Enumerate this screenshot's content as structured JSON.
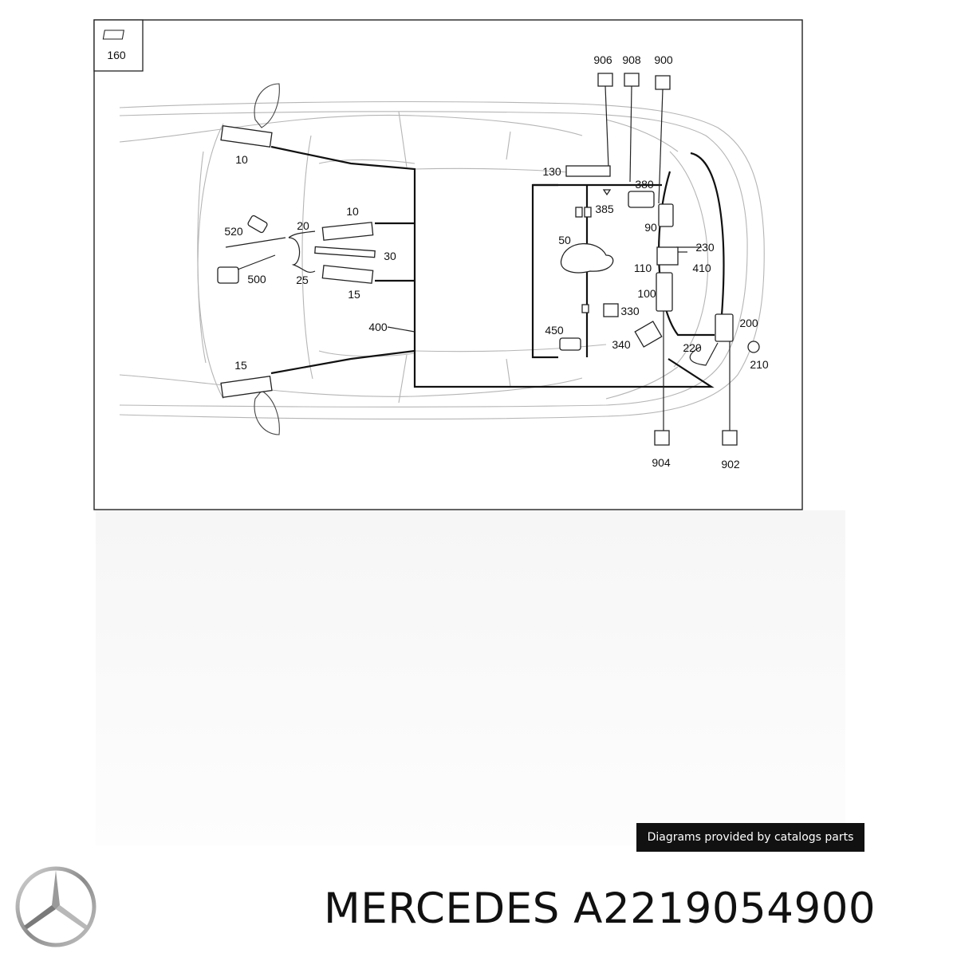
{
  "diagram": {
    "sheet_number": "160",
    "callouts": [
      {
        "id": "c906",
        "label": "906"
      },
      {
        "id": "c908",
        "label": "908"
      },
      {
        "id": "c900",
        "label": "900"
      },
      {
        "id": "c10a",
        "label": "10"
      },
      {
        "id": "c130",
        "label": "130"
      },
      {
        "id": "c380",
        "label": "380"
      },
      {
        "id": "c385",
        "label": "385"
      },
      {
        "id": "c520",
        "label": "520"
      },
      {
        "id": "c20",
        "label": "20"
      },
      {
        "id": "c10b",
        "label": "10"
      },
      {
        "id": "c90",
        "label": "90"
      },
      {
        "id": "c50",
        "label": "50"
      },
      {
        "id": "c30",
        "label": "30"
      },
      {
        "id": "c230",
        "label": "230"
      },
      {
        "id": "c500",
        "label": "500"
      },
      {
        "id": "c25",
        "label": "25"
      },
      {
        "id": "c110",
        "label": "110"
      },
      {
        "id": "c410",
        "label": "410"
      },
      {
        "id": "c15a",
        "label": "15"
      },
      {
        "id": "c100",
        "label": "100"
      },
      {
        "id": "c330",
        "label": "330"
      },
      {
        "id": "c400",
        "label": "400"
      },
      {
        "id": "c200",
        "label": "200"
      },
      {
        "id": "c450",
        "label": "450"
      },
      {
        "id": "c340",
        "label": "340"
      },
      {
        "id": "c220",
        "label": "220"
      },
      {
        "id": "c210",
        "label": "210"
      },
      {
        "id": "c15b",
        "label": "15"
      },
      {
        "id": "c904",
        "label": "904"
      },
      {
        "id": "c902",
        "label": "902"
      }
    ]
  },
  "footer": {
    "badge_text": "Diagrams provided by catalogs parts",
    "brand_text": "MERCEDES A2219054900"
  },
  "colors": {
    "wire": "#111111",
    "outline": "#b5b5b5",
    "badge_bg": "#111111"
  },
  "icons": {
    "logo": "mercedes-star-logo"
  }
}
